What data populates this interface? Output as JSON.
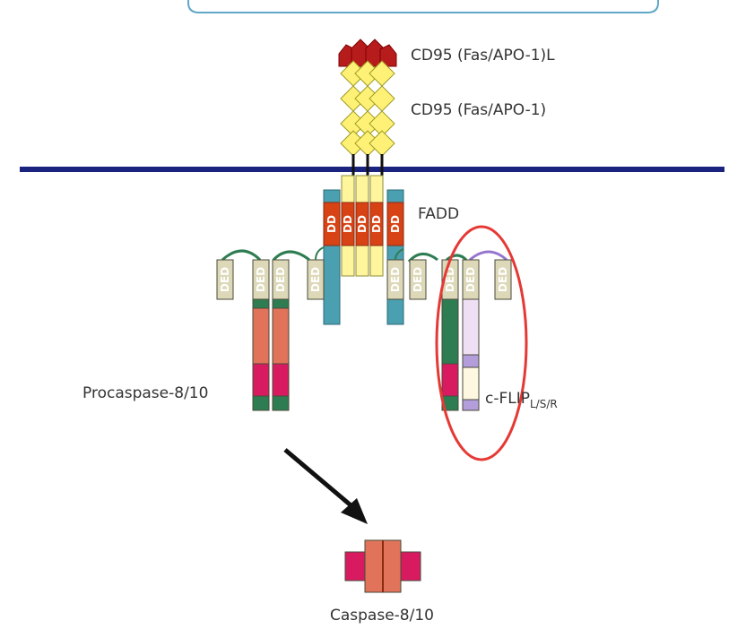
{
  "labels": {
    "ligand": "CD95 (Fas/APO-1)L",
    "receptor": "CD95 (Fas/APO-1)",
    "fadd": "FADD",
    "procaspase": "Procaspase-8/10",
    "cflip_main": "c-FLIP",
    "cflip_sub": "L/S/R",
    "caspase": "Caspase-8/10"
  },
  "domain_text": {
    "ded": "DED",
    "dd": "DD"
  },
  "colors": {
    "membrane": "#1a237e",
    "ligand": "#b71c1c",
    "receptor": "#fff176",
    "fadd_dd": "#d84315",
    "teal": "#4a9fb0",
    "ded_fill": "#ddd8b8",
    "green": "#2e7d52",
    "salmon": "#e0735a",
    "magenta": "#d81b60",
    "lilac": "#efdff5",
    "purple": "#b39ddb",
    "highlight": "#e53935",
    "arrow": "#111111"
  }
}
